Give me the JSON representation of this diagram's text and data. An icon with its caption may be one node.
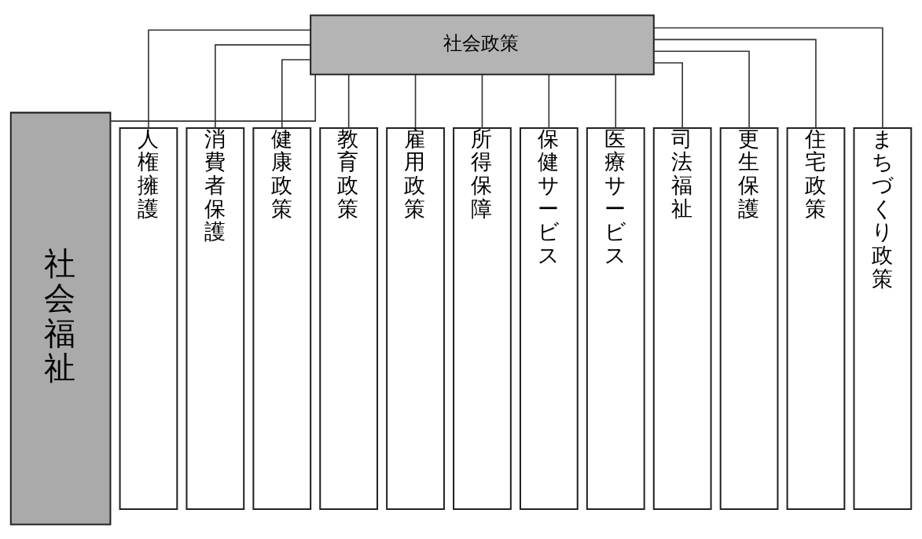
{
  "diagram": {
    "nodes": [
      {
        "text": [
          "社会政策"
        ]
      },
      {
        "text": [
          "社会福祉"
        ]
      },
      {
        "text": [
          "人権擁護"
        ]
      },
      {
        "text": [
          "消費者保護"
        ]
      },
      {
        "text": [
          "健康政策"
        ]
      },
      {
        "text": [
          "教育政策"
        ]
      },
      {
        "text": [
          "雇用政策"
        ]
      },
      {
        "text": [
          "所得保障"
        ]
      },
      {
        "text": [
          "保健サービス"
        ]
      },
      {
        "text": [
          "医療サービス"
        ]
      },
      {
        "text": [
          "司法福祉"
        ]
      },
      {
        "text": [
          "更生保護"
        ]
      },
      {
        "text": [
          "住宅政策"
        ]
      },
      {
        "text": [
          "まちづくり政策"
        ]
      }
    ],
    "edges": [
      {
        "from": 0,
        "to": 1,
        "arrow": "none"
      },
      {
        "from": 0,
        "to": 2,
        "arrow": "none"
      },
      {
        "from": 0,
        "to": 3,
        "arrow": "none"
      },
      {
        "from": 0,
        "to": 4,
        "arrow": "none"
      },
      {
        "from": 0,
        "to": 5,
        "arrow": "none"
      },
      {
        "from": 0,
        "to": 6,
        "arrow": "none"
      },
      {
        "from": 0,
        "to": 7,
        "arrow": "none"
      },
      {
        "from": 0,
        "to": 8,
        "arrow": "none"
      },
      {
        "from": 0,
        "to": 9,
        "arrow": "none"
      },
      {
        "from": 0,
        "to": 10,
        "arrow": "none"
      },
      {
        "from": 0,
        "to": 11,
        "arrow": "none"
      },
      {
        "from": 0,
        "to": 12,
        "arrow": "none"
      },
      {
        "from": 0,
        "to": 13,
        "arrow": "none"
      }
    ]
  }
}
